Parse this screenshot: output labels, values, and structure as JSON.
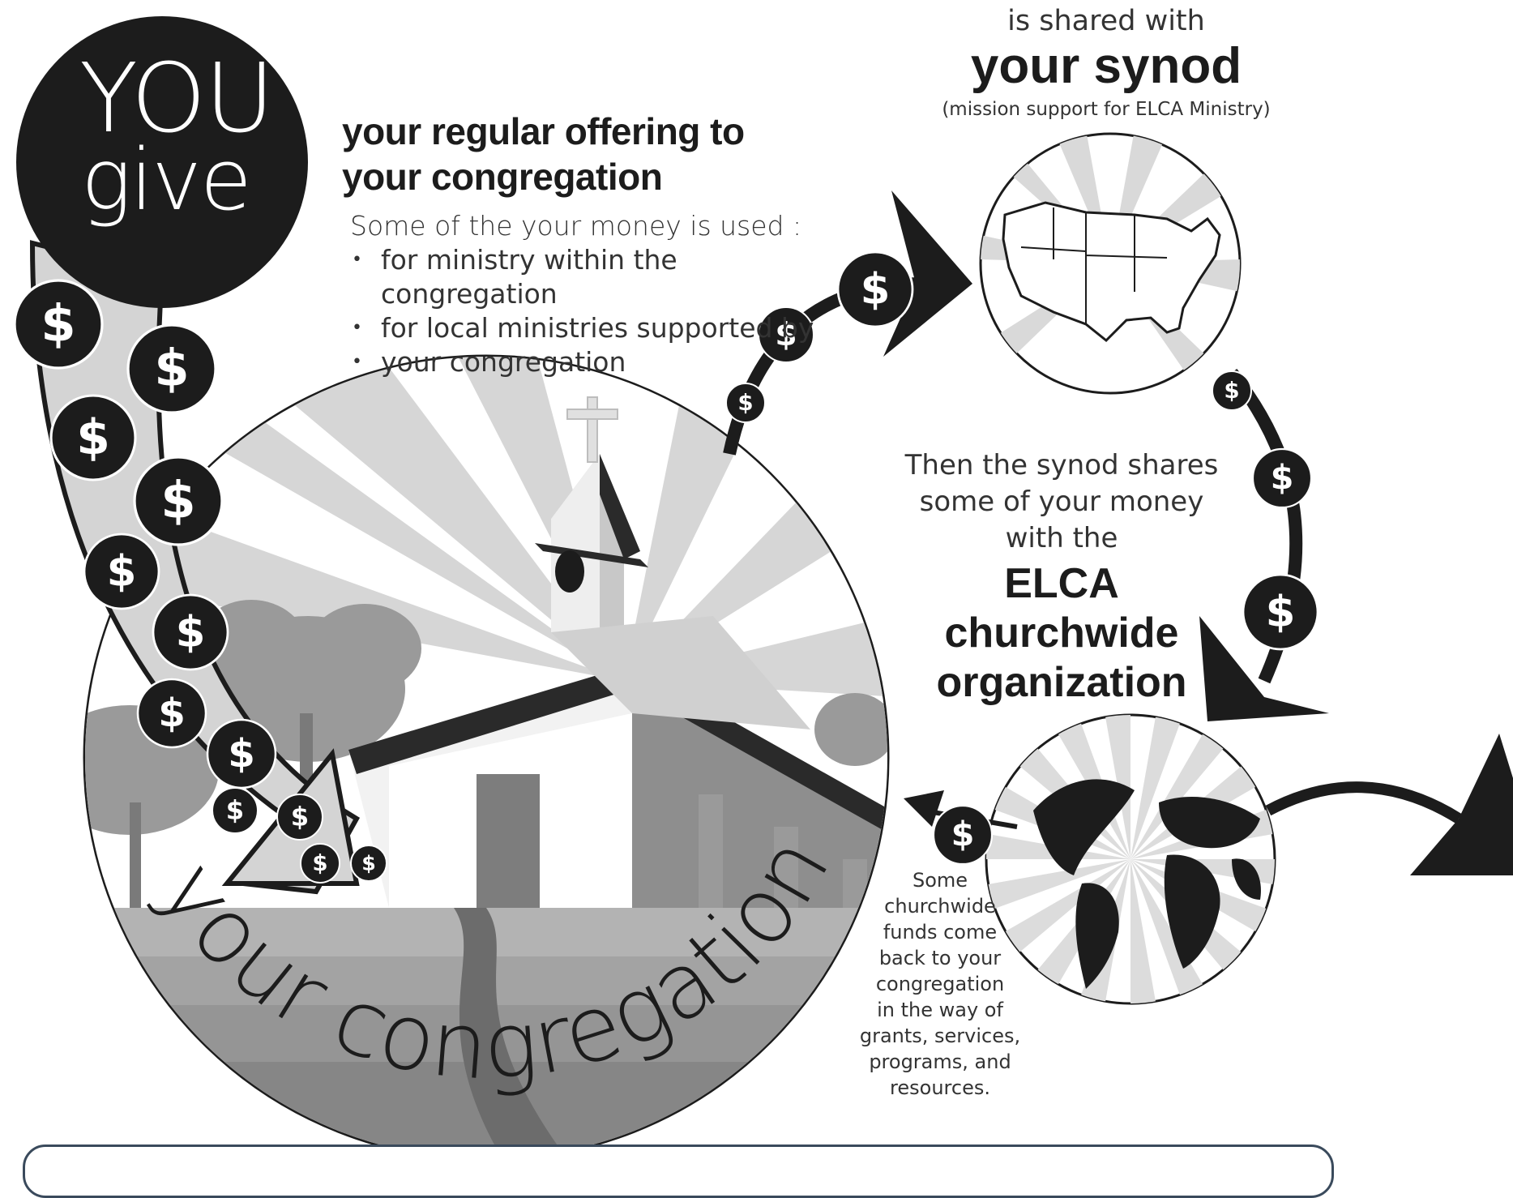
{
  "header": {
    "you": "YOU",
    "give": "give"
  },
  "offering": {
    "title_line1": "your regular offering to",
    "title_line2": "your congregation",
    "intro": "Some of the your money is used :",
    "bullets": [
      "for ministry within the congregation",
      "for local ministries supported by",
      "your congregation"
    ]
  },
  "synod": {
    "shared_with": "is shared with",
    "title": "your synod",
    "note": "(mission support for ELCA Ministry)"
  },
  "churchwide": {
    "then_line1": "Then the synod shares",
    "then_line2": "some of your money",
    "then_line3": "with the",
    "title_line1": "ELCA",
    "title_line2": "churchwide",
    "title_line3": "organization"
  },
  "return_note": {
    "lines": [
      "Some",
      "churchwide",
      "funds come",
      "back to your",
      "congregation",
      "in the way of",
      "grants, services,",
      "programs, and",
      "resources."
    ]
  },
  "congregation": {
    "arc_label": "your congregation"
  },
  "icons": {
    "coin_symbol": "$"
  },
  "colors": {
    "ink": "#1c1c1c",
    "light_gray": "#cfcfcf",
    "mid_gray": "#a6a6a6",
    "dark_gray": "#6e6e6e",
    "frame": "#3a4a5c"
  }
}
